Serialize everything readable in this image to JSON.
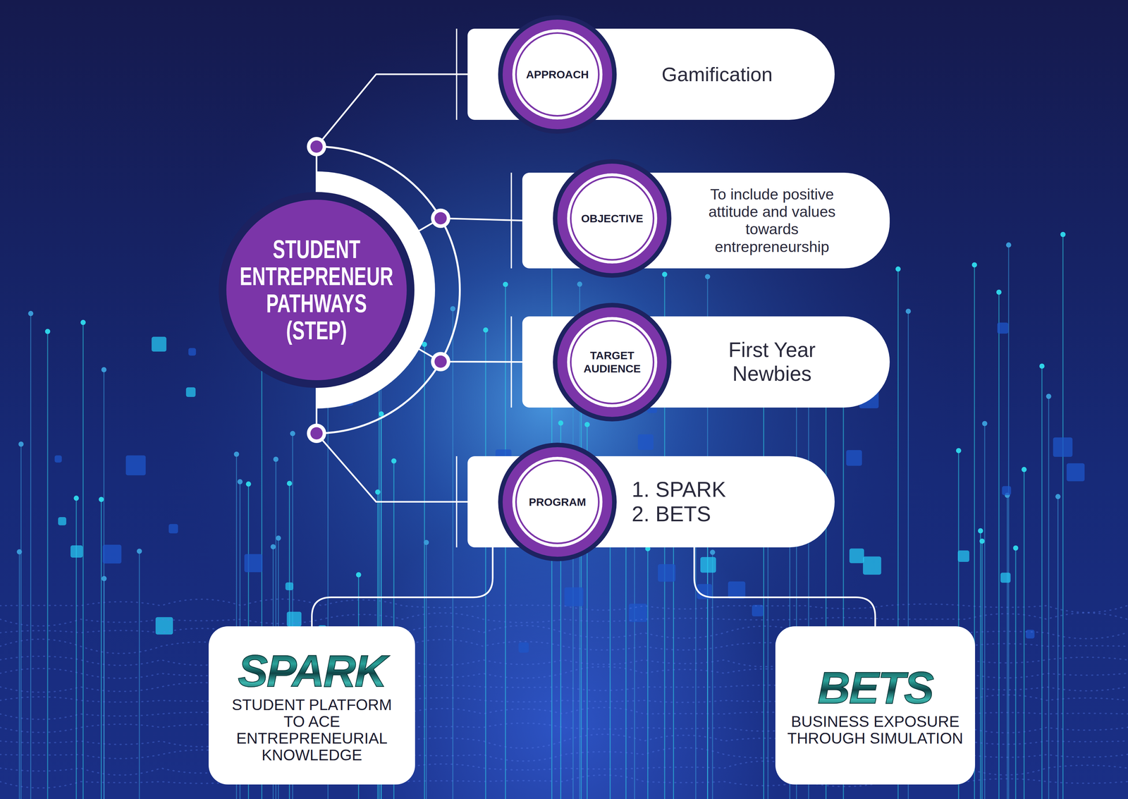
{
  "diagram": {
    "nodes": [
      {
        "text": [
          "STUDENT ENTREPRENEUR PATHWAYS (STEP)"
        ]
      },
      {
        "text": [
          "Gamification"
        ]
      },
      {
        "text": [
          "APPROACH"
        ],
        "in": 1
      },
      {
        "text": [
          "To include positive attitude and values towards entrepreneurship"
        ]
      },
      {
        "text": [
          "OBJECTIVE"
        ],
        "in": 3
      },
      {
        "text": [
          "First Year Newbies"
        ]
      },
      {
        "text": [
          "TARGET AUDIENCE"
        ],
        "in": 5
      },
      {
        "text": [
          "1. SPARK",
          "2. BETS"
        ]
      },
      {
        "text": [
          "PROGRAM"
        ],
        "in": 7
      },
      {
        "text": [
          "SPARK",
          "STUDENT PLATFORM TO ACE ENTREPRENEURIAL KNOWLEDGE"
        ]
      },
      {
        "text": [
          "BETS",
          "BUSINESS EXPOSURE THROUGH SIMULATION"
        ]
      }
    ],
    "edges": [
      {
        "from": 0,
        "to": 1,
        "arrow": "none"
      },
      {
        "from": 0,
        "to": 3,
        "arrow": "none"
      },
      {
        "from": 0,
        "to": 5,
        "arrow": "none"
      },
      {
        "from": 0,
        "to": 7,
        "arrow": "none"
      },
      {
        "from": 7,
        "to": 9,
        "arrow": "none"
      },
      {
        "from": 7,
        "to": 10,
        "arrow": "none"
      }
    ]
  }
}
